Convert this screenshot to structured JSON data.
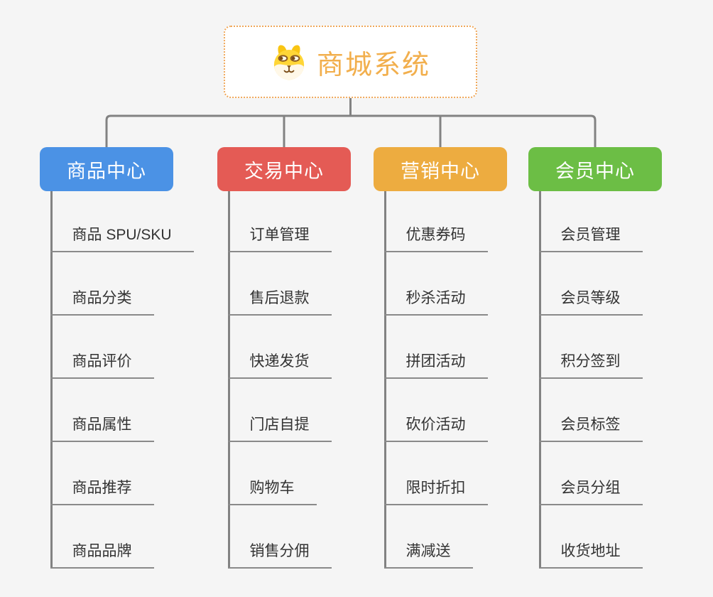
{
  "app": {
    "type": "mindmap"
  },
  "colors": {
    "background": "#f5f5f5",
    "connector": "#828282",
    "subtopic_line": "#8a8a8a",
    "subtopic_text": "#333333",
    "root_text": "#f2af4d",
    "root_border": "#f0a85a",
    "root_background": "#ffffff"
  },
  "root": {
    "title": "商城系统",
    "icon": "dog-face-icon"
  },
  "branches": [
    {
      "label": "商品中心",
      "color": "#4b92e5",
      "items": [
        "商品 SPU/SKU",
        "商品分类",
        "商品评价",
        "商品属性",
        "商品推荐",
        "商品品牌"
      ]
    },
    {
      "label": "交易中心",
      "color": "#e45b55",
      "items": [
        "订单管理",
        "售后退款",
        "快递发货",
        "门店自提",
        "购物车",
        "销售分佣"
      ]
    },
    {
      "label": "营销中心",
      "color": "#edac40",
      "items": [
        "优惠券码",
        "秒杀活动",
        "拼团活动",
        "砍价活动",
        "限时折扣",
        "满减送"
      ]
    },
    {
      "label": "会员中心",
      "color": "#6cbe45",
      "items": [
        "会员管理",
        "会员等级",
        "积分签到",
        "会员标签",
        "会员分组",
        "收货地址"
      ]
    }
  ]
}
